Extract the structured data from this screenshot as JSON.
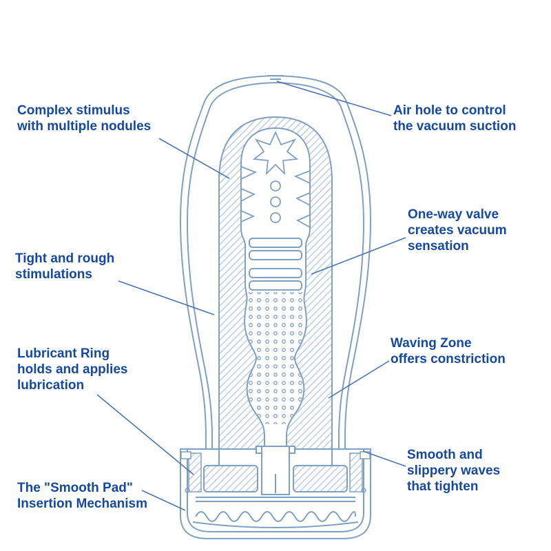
{
  "colors": {
    "bg": "#ffffff",
    "line": "#7fa0c2",
    "hatch": "#aac4dc",
    "leader": "#4a74b8",
    "text": "#15499f"
  },
  "labels": {
    "complex_stimulus": "Complex stimulus\nwith multiple nodules",
    "air_hole": "Air hole to control\nthe vacuum suction",
    "one_way_valve": "One-way valve\ncreates vacuum\nsensation",
    "tight_rough": "Tight and rough\nstimulations",
    "lubricant_ring": "Lubricant Ring\nholds and applies\nlubrication",
    "waving_zone": "Waving Zone\noffers constriction",
    "smooth_pad": "The \"Smooth Pad\"\nInsertion Mechanism",
    "smooth_waves": "Smooth and\nslippery waves\nthat tighten"
  }
}
